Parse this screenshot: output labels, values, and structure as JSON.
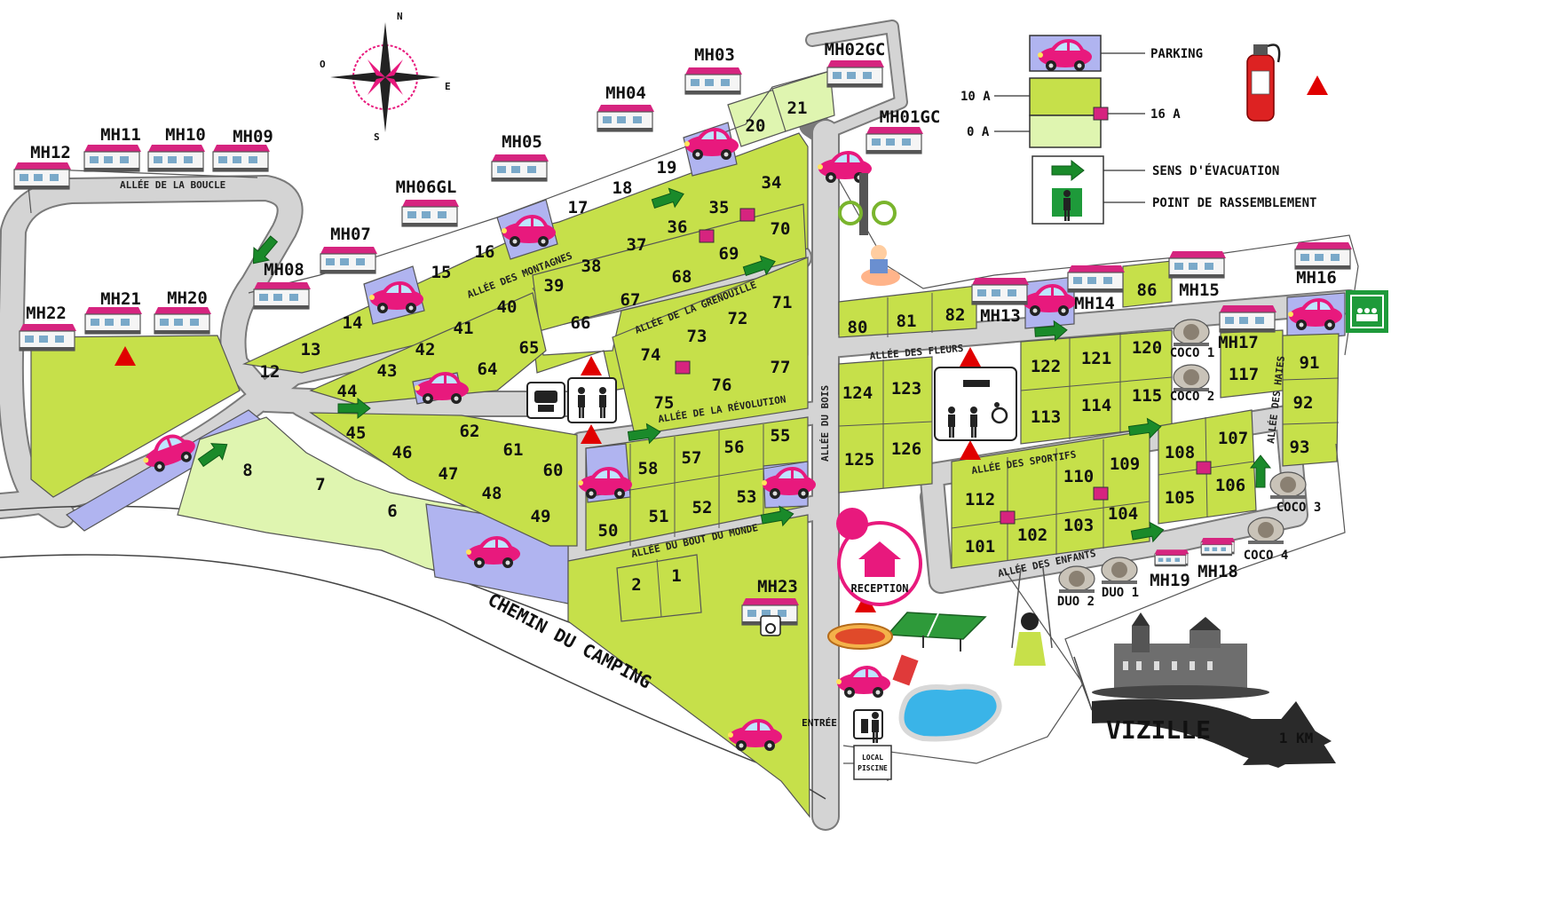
{
  "compass": {
    "n": "N",
    "s": "S",
    "e": "E",
    "o": "O"
  },
  "legend": {
    "parking": "PARKING",
    "ten_a": "10 A",
    "zero_a": "0 A",
    "sixteen_a": "16 A",
    "evacuation": "SENS D'ÉVACUATION",
    "assembly": "POINT DE RASSEMBLEMENT"
  },
  "colors": {
    "pitch_10a": "#c6e04a",
    "pitch_0a": "#dff5b0",
    "parking": "#b0b4f0",
    "road": "#d3d3d3",
    "marker_16a": "#d6247f",
    "hazard": "#e00000",
    "arrow": "#1a8a2a",
    "assembly_bg": "#1e9a3a"
  },
  "roads": {
    "boucle": "ALLÉE DE LA BOUCLE",
    "montagnes": "ALLÉE DES MONTAGNES",
    "grenouille": "ALLÉE DE LA GRENOUILLE",
    "revolution": "ALLÉE DE LA RÉVOLUTION",
    "bout_du_monde": "ALLÉE DU BOUT DU MONDE",
    "bois": "ALLÉE DU BOIS",
    "fleurs": "ALLÉE DES FLEURS",
    "sportifs": "ALLÉE DES SPORTIFS",
    "enfants": "ALLÉE DES ENFANTS",
    "haies": "ALLÉE DES HAIES",
    "chemin": "CHEMIN DU CAMPING"
  },
  "mobile_homes": [
    "MH12",
    "MH11",
    "MH10",
    "MH09",
    "MH06GL",
    "MH05",
    "MH04",
    "MH03",
    "MH02GC",
    "MH01GC",
    "MH07",
    "MH08",
    "MH22",
    "MH21",
    "MH20",
    "MH13",
    "MH14",
    "MH15",
    "MH16",
    "MH17",
    "MH19",
    "MH18",
    "MH23"
  ],
  "cocos": [
    "COCO 1",
    "COCO 2",
    "COCO 3",
    "COCO 4"
  ],
  "duos": [
    "DUO 2",
    "DUO 1"
  ],
  "pitches": [
    "1",
    "2",
    "6",
    "7",
    "8",
    "12",
    "13",
    "14",
    "15",
    "16",
    "17",
    "18",
    "19",
    "20",
    "21",
    "34",
    "35",
    "36",
    "37",
    "38",
    "39",
    "40",
    "41",
    "42",
    "43",
    "44",
    "45",
    "46",
    "47",
    "48",
    "49",
    "50",
    "51",
    "52",
    "53",
    "55",
    "56",
    "57",
    "58",
    "60",
    "61",
    "62",
    "64",
    "65",
    "66",
    "67",
    "68",
    "69",
    "70",
    "71",
    "72",
    "73",
    "74",
    "75",
    "76",
    "77",
    "80",
    "81",
    "82",
    "86",
    "91",
    "92",
    "93",
    "101",
    "102",
    "103",
    "104",
    "105",
    "106",
    "107",
    "108",
    "109",
    "110",
    "112",
    "113",
    "114",
    "115",
    "117",
    "120",
    "121",
    "122",
    "123",
    "124",
    "125",
    "126"
  ],
  "facilities": {
    "reception": "RECEPTION",
    "entree": "ENTRÉE",
    "local_piscine": [
      "LOCAL",
      "PISCINE"
    ]
  },
  "destination": {
    "town": "VIZILLE",
    "distance": "1 KM"
  }
}
